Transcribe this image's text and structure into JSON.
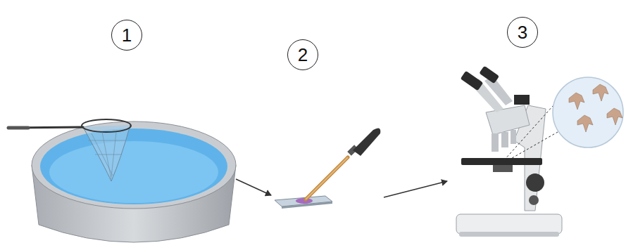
{
  "diagram": {
    "nodes": [
      {
        "text": [
          "1"
        ]
      },
      {
        "text": [
          "2"
        ]
      },
      {
        "text": [
          "3"
        ]
      }
    ],
    "edges": [
      {
        "from": 0,
        "to": 1,
        "arrow": "to"
      },
      {
        "from": 1,
        "to": 2,
        "arrow": "to"
      }
    ]
  }
}
